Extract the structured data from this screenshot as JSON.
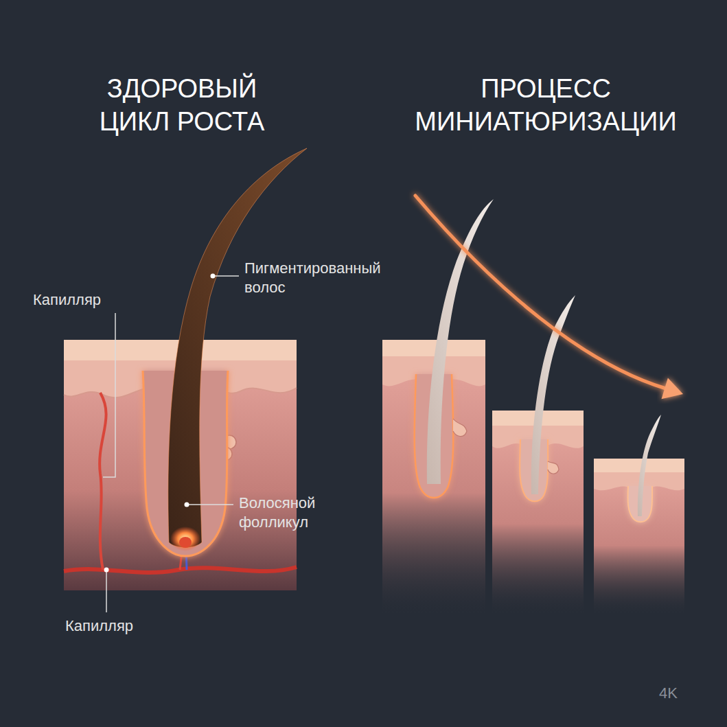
{
  "diagram": {
    "labels": [
      "ЗДОРОВЫЙ ЦИКЛ РОСТА",
      "ПРОЦЕСС МИНИАТЮРИЗАЦИИ",
      "Пигментированный волос",
      "Капилляр",
      "Волосяной фолликул",
      "Капилляр",
      "4K"
    ]
  }
}
